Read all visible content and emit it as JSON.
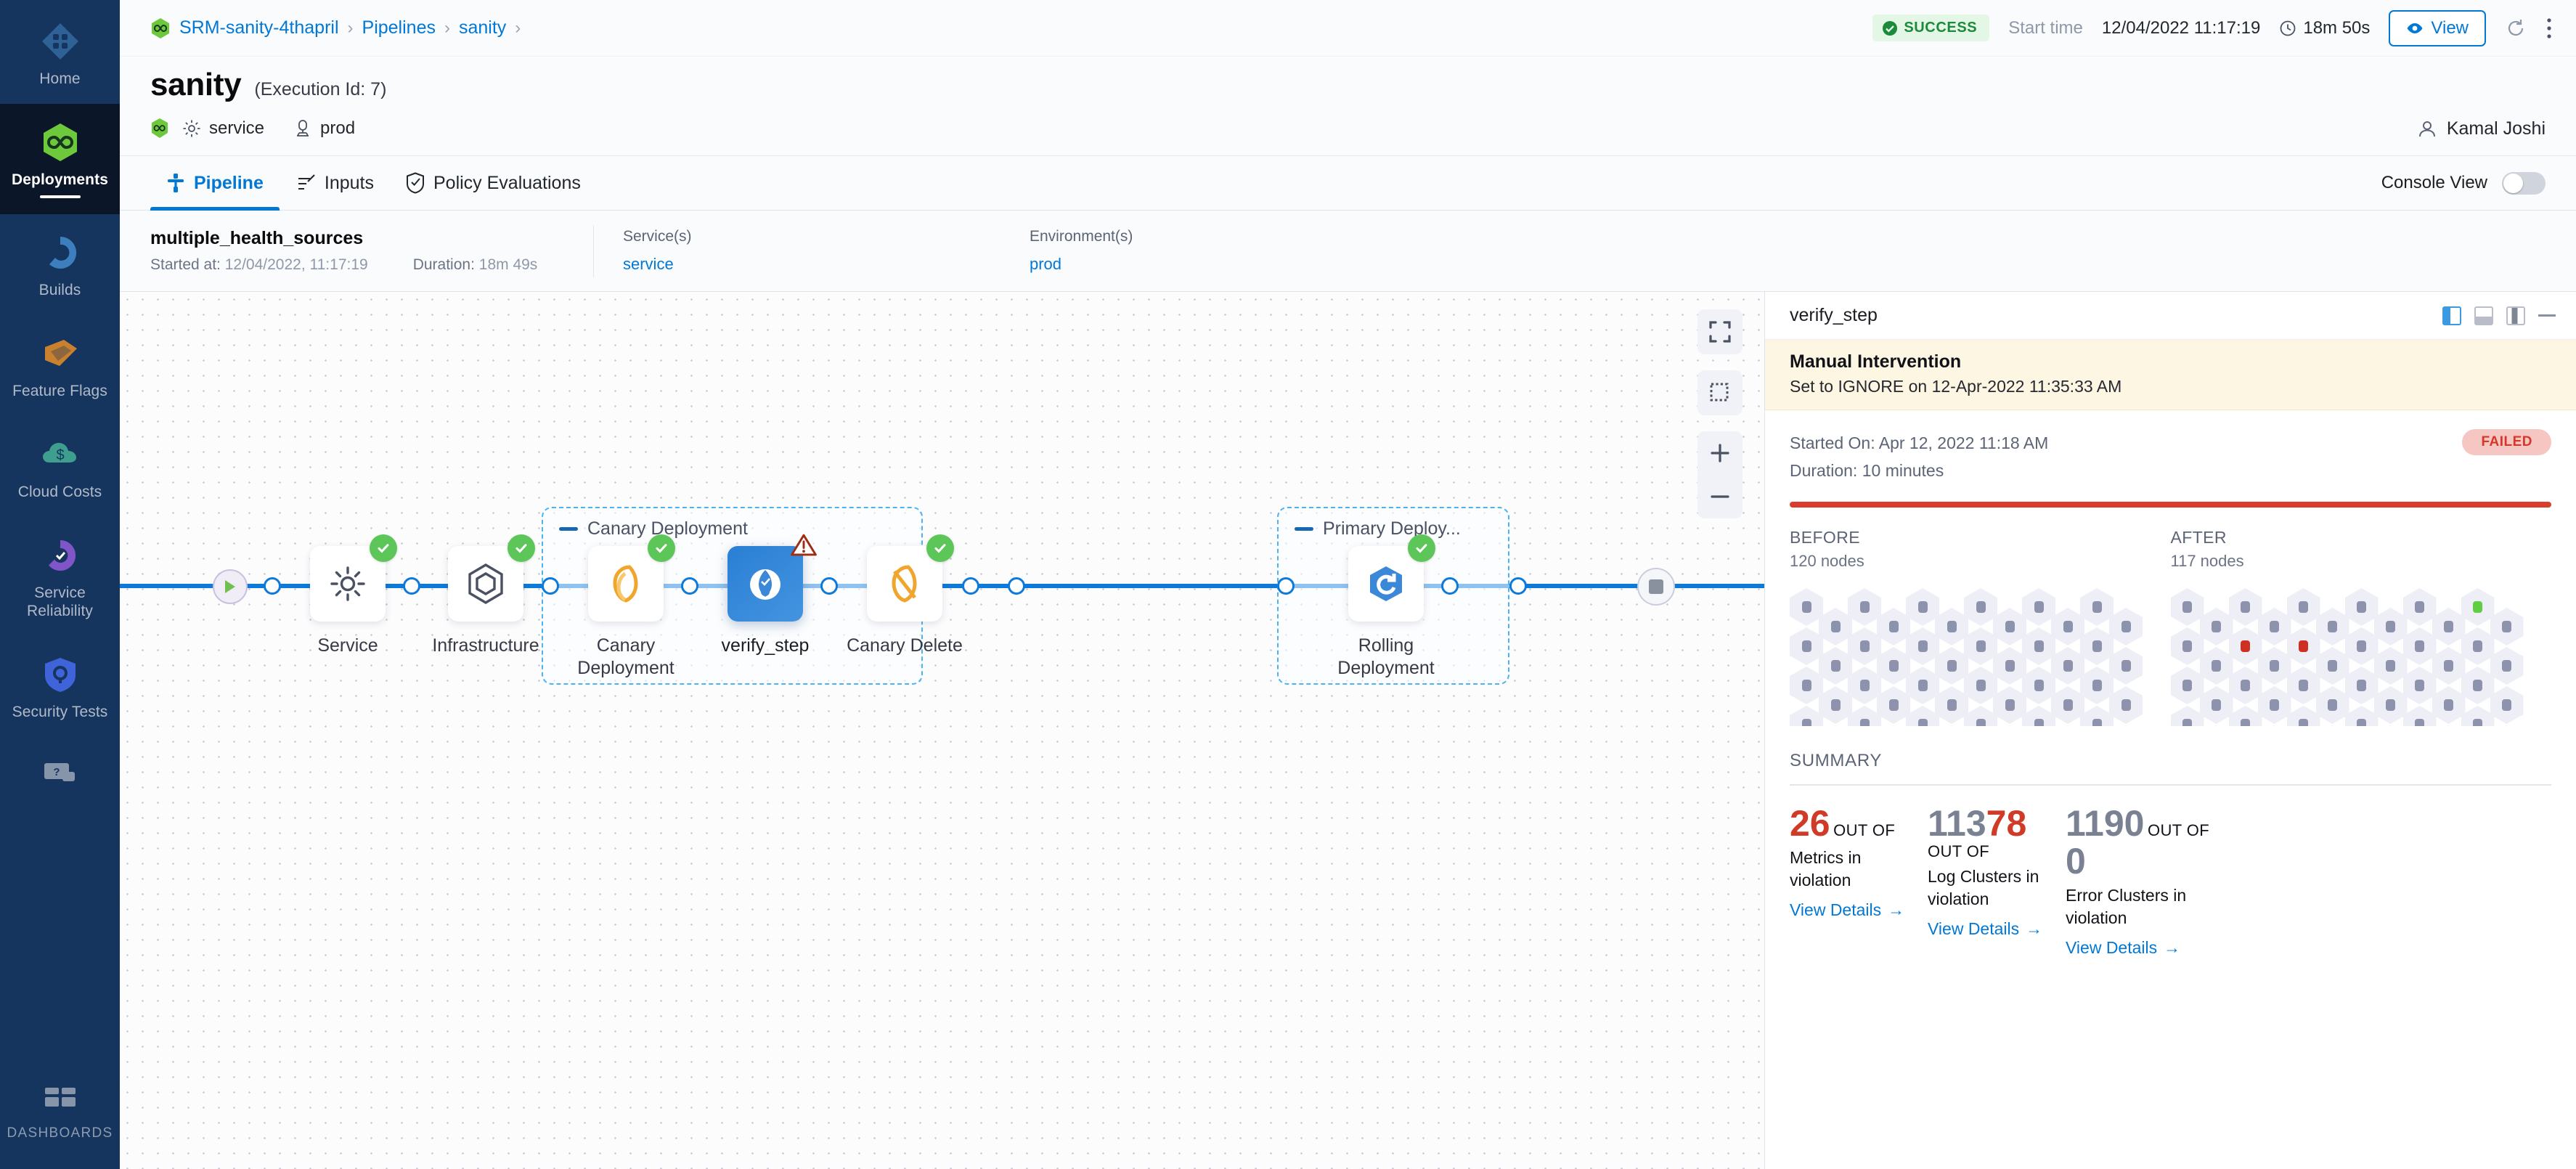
{
  "sidebar": {
    "items": [
      {
        "label": "Home",
        "icon": "home-grid-icon",
        "active": false
      },
      {
        "label": "Deployments",
        "icon": "deployments-infinity-icon",
        "active": true
      },
      {
        "label": "Builds",
        "icon": "builds-icon",
        "active": false
      },
      {
        "label": "Feature Flags",
        "icon": "feature-flags-icon",
        "active": false
      },
      {
        "label": "Cloud Costs",
        "icon": "cloud-costs-icon",
        "active": false
      },
      {
        "label": "Service Reliability",
        "icon": "service-reliability-icon",
        "active": false
      },
      {
        "label": "Security Tests",
        "icon": "security-tests-shield-icon",
        "active": false
      }
    ],
    "help_icon": "help-chat-icon",
    "dashboards": {
      "label": "DASHBOARDS",
      "icon": "dashboards-grid-icon"
    }
  },
  "topbar": {
    "breadcrumbs": [
      {
        "label": "SRM-sanity-4thapril"
      },
      {
        "label": "Pipelines"
      },
      {
        "label": "sanity"
      }
    ],
    "separator": "›",
    "status": "SUCCESS",
    "status_color": "#1b8a3a",
    "start_time_label": "Start time",
    "start_time_value": "12/04/2022 11:17:19",
    "duration": "18m 50s",
    "view_button": "View",
    "refresh_icon": "refresh-icon",
    "more_icon": "more-vertical-icon"
  },
  "header": {
    "title": "sanity",
    "execution_id": "(Execution Id: 7)",
    "service_chip": "service",
    "env_chip": "prod",
    "user": "Kamal Joshi"
  },
  "tabs": [
    {
      "label": "Pipeline",
      "icon": "pipeline-icon",
      "active": true
    },
    {
      "label": "Inputs",
      "icon": "inputs-icon",
      "active": false
    },
    {
      "label": "Policy Evaluations",
      "icon": "policy-shield-icon",
      "active": false
    }
  ],
  "console_view": {
    "label": "Console View",
    "enabled": false
  },
  "exec_strip": {
    "stage_name": "multiple_health_sources",
    "started_at_label": "Started at:",
    "started_at_value": "12/04/2022, 11:17:19",
    "duration_label": "Duration:",
    "duration_value": "18m 49s",
    "services_header": "Service(s)",
    "services_value": "service",
    "envs_header": "Environment(s)",
    "envs_value": "prod"
  },
  "canvas": {
    "zoom_tools": [
      {
        "name": "fit-screen-icon"
      },
      {
        "name": "select-area-icon"
      },
      {
        "name": "zoom-in-icon"
      },
      {
        "name": "zoom-out-icon"
      }
    ],
    "groups": [
      {
        "title": "Canary Deployment"
      },
      {
        "title": "Primary Deploy..."
      }
    ],
    "nodes": [
      {
        "label": "Service",
        "icon": "gear-icon",
        "status": "success",
        "selected": false
      },
      {
        "label": "Infrastructure",
        "icon": "infrastructure-hexagon-icon",
        "status": "success",
        "selected": false
      },
      {
        "label": "Canary Deployment",
        "icon": "canary-bird-icon",
        "status": "success",
        "selected": false
      },
      {
        "label": "verify_step",
        "icon": "verify-step-icon",
        "status": "warning",
        "selected": true
      },
      {
        "label": "Canary Delete",
        "icon": "canary-delete-icon",
        "status": "success",
        "selected": false
      },
      {
        "label": "Rolling Deployment",
        "icon": "rolling-deployment-icon",
        "status": "success",
        "selected": false
      }
    ]
  },
  "right_panel": {
    "title": "verify_step",
    "layout_icons": [
      "panel-left-icon",
      "panel-bottom-icon",
      "panel-center-icon",
      "minimize-icon"
    ],
    "manual_intervention": {
      "title": "Manual Intervention",
      "subtitle": "Set to IGNORE on 12-Apr-2022 11:35:33 AM"
    },
    "started_on": "Started On: Apr 12, 2022 11:18 AM",
    "duration": "Duration: 10 minutes",
    "status_badge": "FAILED",
    "status_color": "#d7372a",
    "before": {
      "header": "BEFORE",
      "nodes": "120 nodes"
    },
    "after": {
      "header": "AFTER",
      "nodes": "117 nodes"
    },
    "summary_header": "SUMMARY",
    "summary": [
      {
        "value": "26",
        "value_color": "red",
        "out_of_label": "OUT OF",
        "total": "113",
        "description": "Metrics in violation",
        "link": "View Details"
      },
      {
        "value": "78",
        "value_color": "red",
        "out_of_label": "OUT OF",
        "total": "1190",
        "description": "Log Clusters in violation",
        "link": "View Details"
      },
      {
        "value": "0",
        "value_color": "gray",
        "out_of_label": "",
        "total": "",
        "description": "Error Clusters in violation",
        "link": "View Details"
      }
    ],
    "arrow_glyph": "→"
  },
  "hive_data": {
    "before_cols": 12,
    "before_rows": 5,
    "after_highlights": [
      {
        "col": 10,
        "row": 0,
        "color": "green"
      },
      {
        "col": 2,
        "row": 1,
        "color": "red"
      },
      {
        "col": 4,
        "row": 1,
        "color": "red"
      },
      {
        "col": 7,
        "row": 3,
        "color": "red"
      }
    ]
  }
}
